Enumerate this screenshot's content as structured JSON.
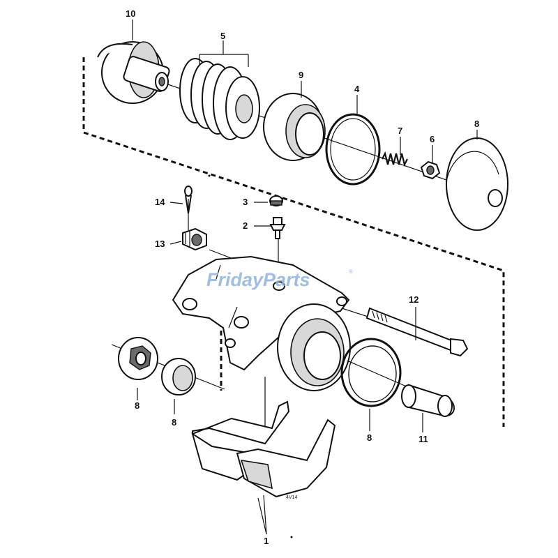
{
  "watermark": {
    "text": "FridayParts",
    "registered": "®"
  },
  "stamp": "4V14",
  "callouts": [
    {
      "key": "10",
      "text": "10"
    },
    {
      "key": "5",
      "text": "5"
    },
    {
      "key": "9",
      "text": "9"
    },
    {
      "key": "4",
      "text": "4"
    },
    {
      "key": "7",
      "text": "7"
    },
    {
      "key": "6",
      "text": "6"
    },
    {
      "key": "8_top",
      "text": "8"
    },
    {
      "key": "14",
      "text": "14"
    },
    {
      "key": "3",
      "text": "3"
    },
    {
      "key": "2",
      "text": "2"
    },
    {
      "key": "13",
      "text": "13"
    },
    {
      "key": "12",
      "text": "12"
    },
    {
      "key": "8_left",
      "text": "8"
    },
    {
      "key": "8_center",
      "text": "8"
    },
    {
      "key": "8_right",
      "text": "8"
    },
    {
      "key": "11",
      "text": "11"
    },
    {
      "key": "1",
      "text": "1"
    }
  ]
}
